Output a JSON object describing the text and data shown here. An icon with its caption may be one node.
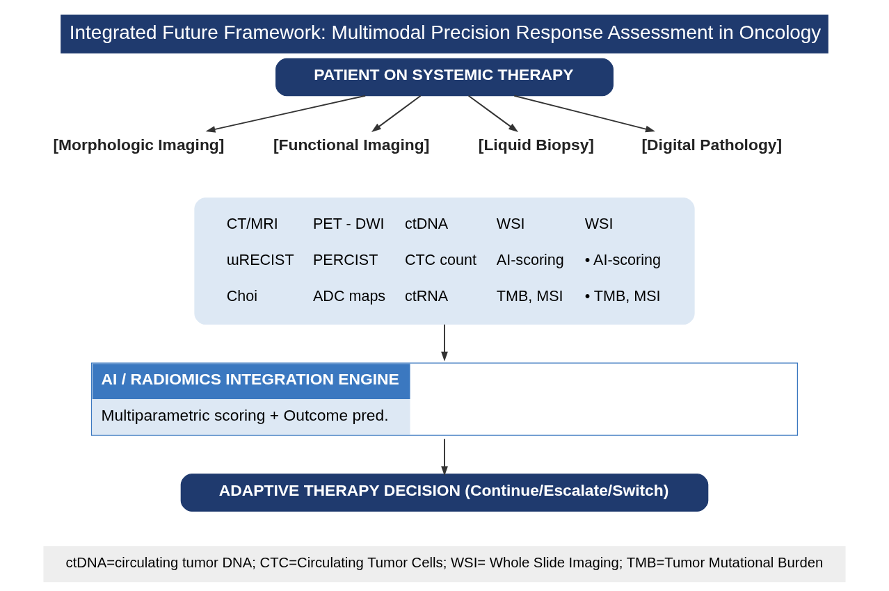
{
  "diagram": {
    "title": "Integrated Future Framework: Multimodal Precision Response Assessment in Oncology",
    "nodes": [
      {
        "text": [
          "PATIENT ON SYSTEMIC THERAPY"
        ]
      },
      {
        "text": [
          "[Morphologic Imaging]"
        ]
      },
      {
        "text": [
          "[Functional Imaging]"
        ]
      },
      {
        "text": [
          "[Liquid Biopsy]"
        ]
      },
      {
        "text": [
          "[Digital Pathology]"
        ]
      },
      {
        "text": [
          "CT/MRI",
          "PET - DWI",
          "ctDNA",
          "WSI",
          "WSI",
          "ɯRECIST",
          "PERCIST",
          "CTC count",
          "AI-scoring",
          "• AI-scoring",
          "Choi",
          "ADC maps",
          "ctRNA",
          "TMB, MSI",
          "• TMB, MSI"
        ]
      },
      {
        "text": [
          "AI / RADIOMICS INTEGRATION ENGINE",
          "Multiparametric scoring + Outcome pred."
        ]
      },
      {
        "text": [
          "ADAPTIVE THERAPY DECISION (Continue/Escalate/Switch)"
        ]
      }
    ],
    "edges": [
      {
        "from": 0,
        "to": 1,
        "arrow": "to"
      },
      {
        "from": 0,
        "to": 2,
        "arrow": "to"
      },
      {
        "from": 0,
        "to": 3,
        "arrow": "to"
      },
      {
        "from": 0,
        "to": 4,
        "arrow": "to"
      },
      {
        "from": 5,
        "to": 6,
        "arrow": "to"
      },
      {
        "from": 6,
        "to": 7,
        "arrow": "to"
      }
    ],
    "labels": [
      "ctDNA=circulating tumor DNA; CTC=Circulating Tumor Cells; WSI= Whole Slide Imaging; TMB=Tumor Mutational Burden"
    ]
  }
}
